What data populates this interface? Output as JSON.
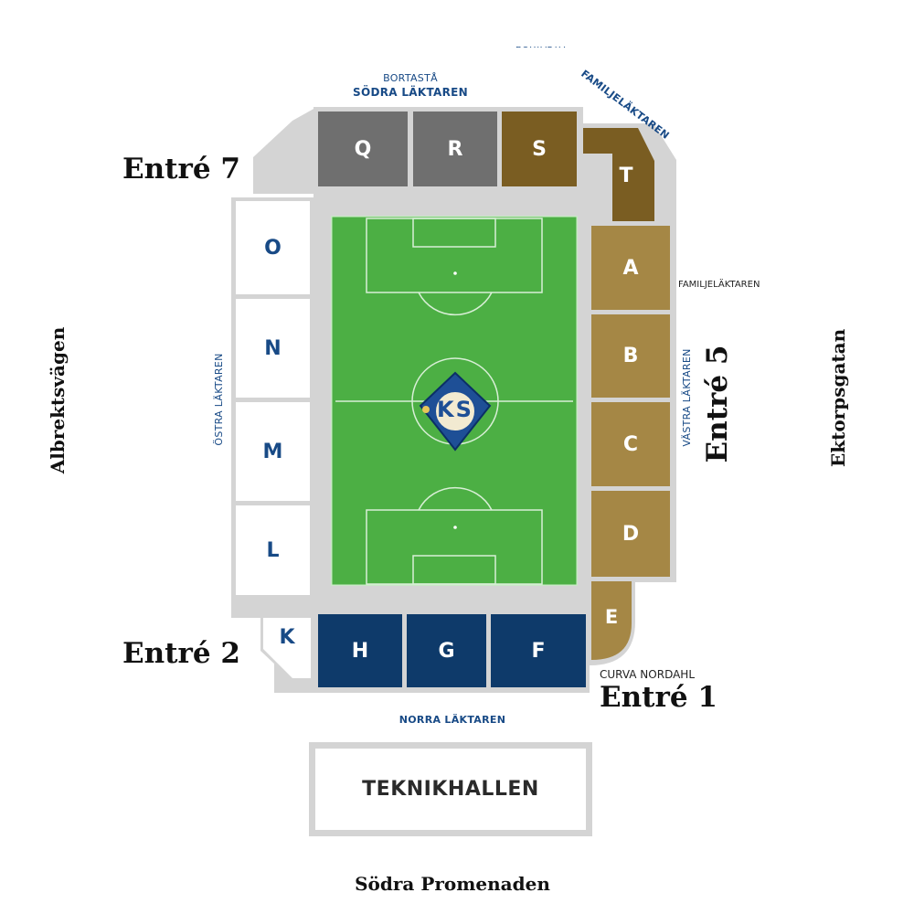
{
  "top_label": {
    "line1": "BORTASTÅ",
    "line2": "SÖDRA LÄKTAREN",
    "cutoff": "BORTASTÅ"
  },
  "familj_top": "FAMILJELÄKTAREN",
  "familj_right": "FAMILJELÄKTAREN",
  "ostra": "ÖSTRA LÄKTAREN",
  "vastra": "VÄSTRA LÄKTAREN",
  "norra": "NORRA LÄKTAREN",
  "curva": "CURVA NORDAHL",
  "entrances": {
    "e7": "Entré 7",
    "e5": "Entré 5",
    "e2": "Entré 2",
    "e1": "Entré 1"
  },
  "streets": {
    "left": "Albrektsvägen",
    "right": "Ektorpsgatan",
    "bottom": "Södra Promenaden"
  },
  "building": "TEKNIKHALLEN",
  "sections": {
    "Q": "Q",
    "R": "R",
    "S": "S",
    "T": "T",
    "A": "A",
    "B": "B",
    "C": "C",
    "D": "D",
    "E": "E",
    "F": "F",
    "G": "G",
    "H": "H",
    "K": "K",
    "L": "L",
    "M": "M",
    "N": "N",
    "O": "O"
  },
  "logo_text": "KS",
  "colors": {
    "grey_stand": "#6f6f6f",
    "gold_dark": "#7a5d22",
    "gold_light": "#a58745",
    "navy": "#0e3a6a",
    "pitch": "#4caf44",
    "concourse": "#d4d4d4",
    "label_blue": "#184a86"
  }
}
